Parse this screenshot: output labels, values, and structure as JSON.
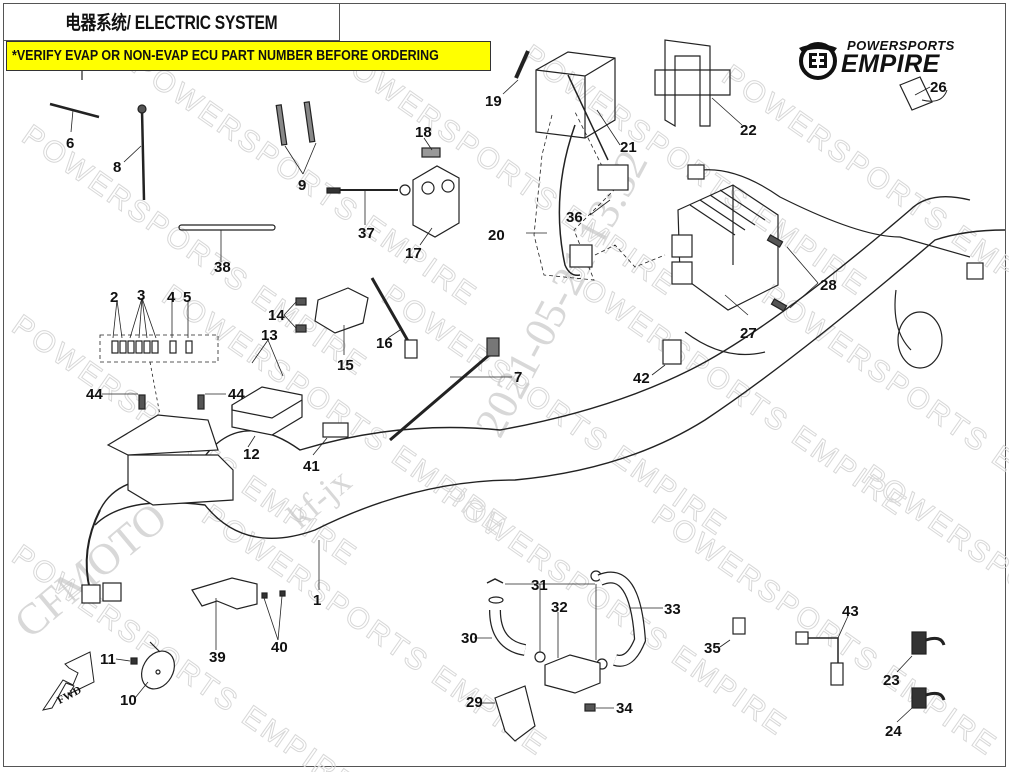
{
  "header": {
    "title": "电器系统/ ELECTRIC SYSTEM",
    "notice": "*VERIFY EVAP OR NON-EVAP ECU PART NUMBER BEFORE ORDERING",
    "notice_color": "#ffff00"
  },
  "logo": {
    "line1": "POWERSPORTS",
    "line2": "EMPIRE"
  },
  "watermarks": {
    "repeat_text": "POWERSPORTS EMPIRE",
    "date_stamp": "2021-05-21 13:32",
    "brand_stamp": "CFMOTO",
    "user_stamp": "kf-jx"
  },
  "direction_arrow": "FWD",
  "callouts": [
    {
      "id": "1",
      "part": "main-wire-harness"
    },
    {
      "id": "2",
      "part": "fuse"
    },
    {
      "id": "3",
      "part": "fuse"
    },
    {
      "id": "4",
      "part": "fuse"
    },
    {
      "id": "5",
      "part": "fuse"
    },
    {
      "id": "6",
      "part": "cable-tie-short"
    },
    {
      "id": "7",
      "part": "cable-tie-mount"
    },
    {
      "id": "8",
      "part": "cable-tie-long"
    },
    {
      "id": "9",
      "part": "cable-ties"
    },
    {
      "id": "10",
      "part": "horn"
    },
    {
      "id": "11",
      "part": "horn-bolt"
    },
    {
      "id": "12",
      "part": "ecu"
    },
    {
      "id": "13",
      "part": "ecu-screws"
    },
    {
      "id": "14",
      "part": "sensor-bolts"
    },
    {
      "id": "15",
      "part": "ignition-coil"
    },
    {
      "id": "16",
      "part": "spark-plug-cap"
    },
    {
      "id": "17",
      "part": "starter-relay"
    },
    {
      "id": "18",
      "part": "relay-fuse"
    },
    {
      "id": "19",
      "part": "battery"
    },
    {
      "id": "20",
      "part": "battery-cable"
    },
    {
      "id": "21",
      "part": "battery-cable-2"
    },
    {
      "id": "22",
      "part": "battery-bracket"
    },
    {
      "id": "23",
      "part": "speed-sensor"
    },
    {
      "id": "24",
      "part": "position-sensor"
    },
    {
      "id": "26",
      "part": "relay"
    },
    {
      "id": "27",
      "part": "voltage-regulator"
    },
    {
      "id": "28",
      "part": "regulator-bolts"
    },
    {
      "id": "29",
      "part": "valve-bracket"
    },
    {
      "id": "30",
      "part": "hose"
    },
    {
      "id": "31",
      "part": "hose-clamps"
    },
    {
      "id": "32",
      "part": "solenoid-valve"
    },
    {
      "id": "33",
      "part": "hose-long"
    },
    {
      "id": "34",
      "part": "bracket-bolt"
    },
    {
      "id": "35",
      "part": "flasher-relay"
    },
    {
      "id": "36",
      "part": "fuse-box-small"
    },
    {
      "id": "37",
      "part": "ground-wire"
    },
    {
      "id": "38",
      "part": "cable-strap"
    },
    {
      "id": "39",
      "part": "horn-bracket"
    },
    {
      "id": "40",
      "part": "bracket-bolts"
    },
    {
      "id": "41",
      "part": "connector"
    },
    {
      "id": "42",
      "part": "sensor-connector"
    },
    {
      "id": "43",
      "part": "temp-sensor"
    },
    {
      "id": "44",
      "part": "fuse-box-screws"
    }
  ]
}
